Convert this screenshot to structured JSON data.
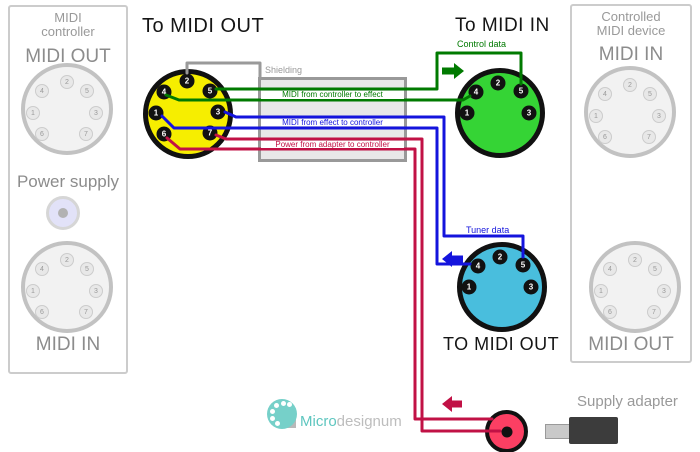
{
  "din7_pins": [
    "2",
    "4",
    "5",
    "1",
    "3",
    "6",
    "7"
  ],
  "din5_pins": [
    "2",
    "4",
    "5",
    "1",
    "3"
  ],
  "left_panel": {
    "title_line1": "MIDI",
    "title_line2": "controller",
    "top_port": "MIDI OUT",
    "power": "Power supply",
    "bottom_port": "MIDI IN"
  },
  "right_panel": {
    "title_line1": "Controlled",
    "title_line2": "MIDI device",
    "top_port": "MIDI IN",
    "bottom_port": "MIDI OUT"
  },
  "center": {
    "yellow_plug_title": "To MIDI OUT",
    "green_plug_title": "To MIDI IN",
    "cyan_plug_title": "TO MIDI OUT",
    "shielding": "Shielding",
    "control_data": "Control data",
    "tuner_data": "Tuner data",
    "green_wire_label": "MIDI from controller to effect",
    "blue_wire_label": "MIDI from effect to controller",
    "red_wire_label": "Power from adapter to controller"
  },
  "bottom": {
    "supply_adapter": "Supply adapter",
    "logo_primary": "Micro",
    "logo_secondary": "designum"
  },
  "colors": {
    "yellow_plug": "#f6ee00",
    "green_plug": "#35d435",
    "cyan_plug": "#49bedd",
    "pink_jack": "#fc3f63",
    "green_wire": "#007a00",
    "blue_wire": "#1414dd",
    "red_wire": "#c11145",
    "gray_wire": "#9a9a9a",
    "logo_teal": "#76d0c9"
  }
}
